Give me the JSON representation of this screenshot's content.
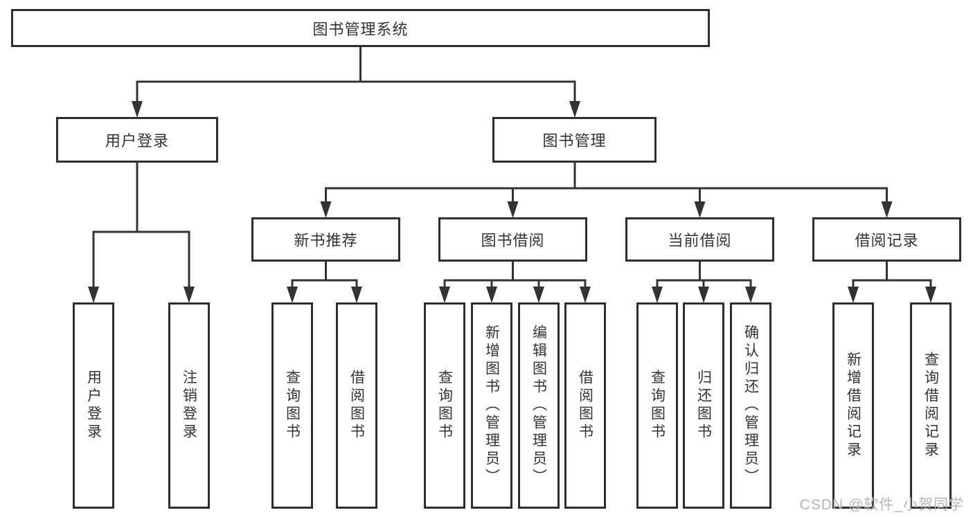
{
  "diagram": {
    "root": {
      "label": "图书管理系统"
    },
    "user": {
      "label": "用户登录",
      "children": [
        {
          "label": "用户登录"
        },
        {
          "label": "注销登录"
        }
      ]
    },
    "book": {
      "label": "图书管理",
      "groups": [
        {
          "label": "新书推荐",
          "children": [
            {
              "label": "查询图书"
            },
            {
              "label": "借阅图书"
            }
          ]
        },
        {
          "label": "图书借阅",
          "children": [
            {
              "label": "查询图书"
            },
            {
              "label": "新增图书（管理员）"
            },
            {
              "label": "编辑图书（管理员）"
            },
            {
              "label": "借阅图书"
            }
          ]
        },
        {
          "label": "当前借阅",
          "children": [
            {
              "label": "查询图书"
            },
            {
              "label": "归还图书"
            },
            {
              "label": "确认归还（管理员）"
            }
          ]
        },
        {
          "label": "借阅记录",
          "children": [
            {
              "label": "新增借阅记录"
            },
            {
              "label": "查询借阅记录"
            }
          ]
        }
      ]
    }
  },
  "watermark": "CSDN @软件_小贺同学",
  "colors": {
    "line": "#333333",
    "box_border": "#2e2e2e",
    "text": "#333333",
    "watermark": "#b5b5b5",
    "background": "#ffffff"
  }
}
